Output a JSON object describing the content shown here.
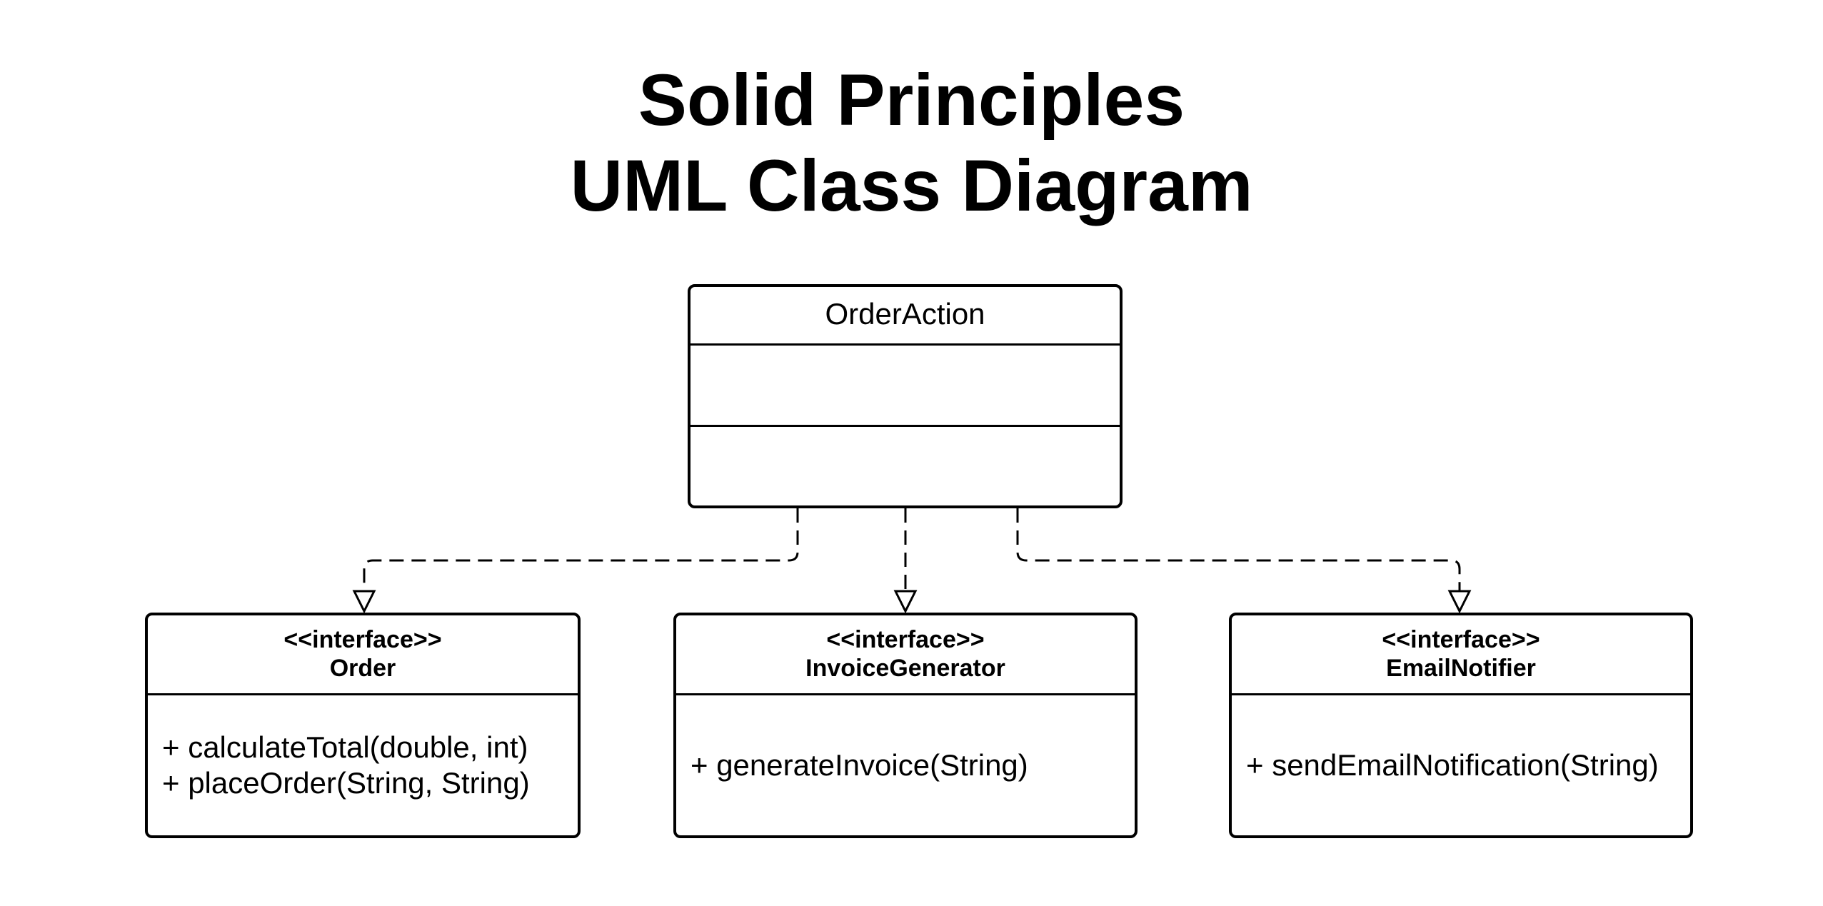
{
  "title": {
    "line1": "Solid Principles",
    "line2": "UML Class Diagram"
  },
  "classes": {
    "order_action": {
      "name": "OrderAction"
    },
    "order": {
      "stereotype": "<<interface>>",
      "name": "Order",
      "methods": [
        "+ calculateTotal(double, int)",
        "+ placeOrder(String, String)"
      ]
    },
    "invoice_generator": {
      "stereotype": "<<interface>>",
      "name": "InvoiceGenerator",
      "methods": [
        "+ generateInvoice(String)"
      ]
    },
    "email_notifier": {
      "stereotype": "<<interface>>",
      "name": "EmailNotifier",
      "methods": [
        "+ sendEmailNotification(String)"
      ]
    }
  },
  "relationships": [
    {
      "from": "OrderAction",
      "to": "Order",
      "type": "realization"
    },
    {
      "from": "OrderAction",
      "to": "InvoiceGenerator",
      "type": "realization"
    },
    {
      "from": "OrderAction",
      "to": "EmailNotifier",
      "type": "realization"
    }
  ],
  "colors": {
    "line": "#000000",
    "background": "#ffffff"
  }
}
